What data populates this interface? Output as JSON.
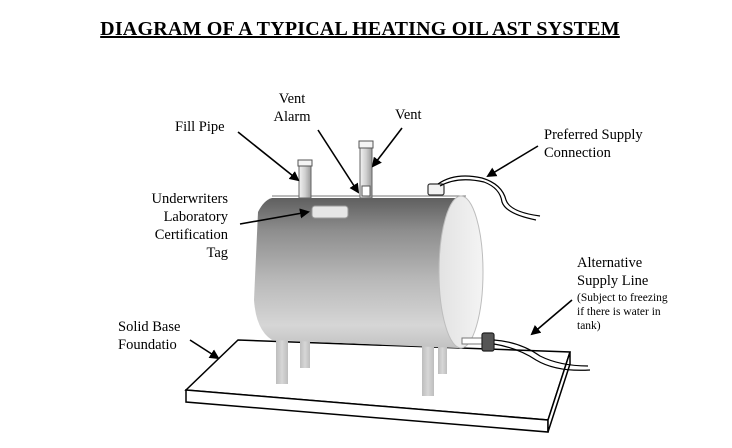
{
  "title": "DIAGRAM OF A TYPICAL HEATING OIL AST SYSTEM",
  "labels": {
    "fill_pipe": "Fill Pipe",
    "vent_alarm_line1": "Vent",
    "vent_alarm_line2": "Alarm",
    "vent": "Vent",
    "preferred_line1": "Preferred Supply",
    "preferred_line2": "Connection",
    "ul_line1": "Underwriters",
    "ul_line2": "Laboratory",
    "ul_line3": "Certification",
    "ul_line4": "Tag",
    "alt_line1": "Alternative",
    "alt_line2": "Supply Line",
    "alt_note1": "(Subject to freezing",
    "alt_note2": "if there is water in",
    "alt_note3": "tank)",
    "base_line1": "Solid Base",
    "base_line2": "Foundatio"
  },
  "colors": {
    "tank_dark": "#8c8c8c",
    "tank_light": "#d8d8d8",
    "tank_end": "#ececec",
    "legs": "#c4c4c4",
    "line": "#000000"
  }
}
